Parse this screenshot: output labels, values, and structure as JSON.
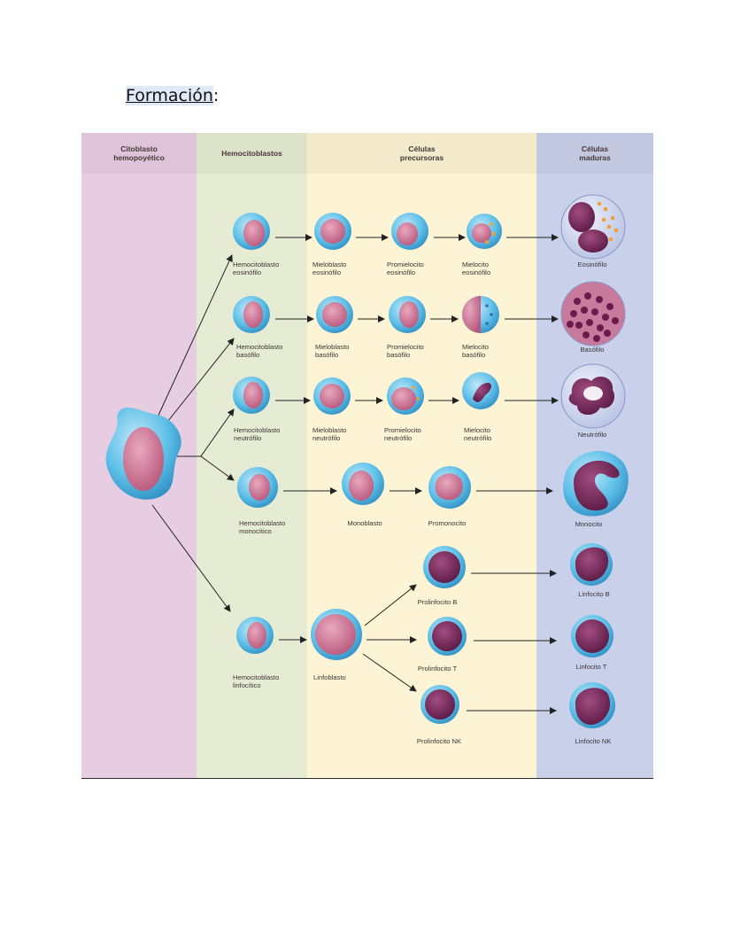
{
  "page": {
    "heading": "Formación",
    "heading_suffix": ":"
  },
  "columns": {
    "stem": "Citoblasto\nhemopoyético",
    "hemo": "Hemocitoblastos",
    "precursor": "Células\nprecursoras",
    "mature": "Células\nmaduras"
  },
  "colors": {
    "stem": "#e6cde1",
    "hemo": "#e6ecd4",
    "precursor": "#fcf4d4",
    "mature": "#c9d1ea",
    "cytoplasm_blue": "#5bbde6",
    "nucleus_pink": "#c9708f",
    "nucleus_purple": "#7a2b5c"
  },
  "rows": {
    "eosinophil": {
      "hemo": "Hemocitoblasto\neosinófilo",
      "p1": "Mieloblasto\neosinófilo",
      "p2": "Promielocito\neosinófilo",
      "p3": "Mielocito\neosinófilo",
      "mature": "Eosinófilo"
    },
    "basophil": {
      "hemo": "Hemocitoblasto\nbasófilo",
      "p1": "Mieloblasto\nbasófilo",
      "p2": "Promielocito\nbasófilo",
      "p3": "Mielocito\nbasófilo",
      "mature": "Basófilo"
    },
    "neutrophil": {
      "hemo": "Hemocitoblasto\nneutrófilo",
      "p1": "Mieloblasto\nneutrófilo",
      "p2": "Promielocito\nneutrófilo",
      "p3": "Mielocito\nneutrófilo",
      "mature": "Neutrófilo"
    },
    "monocyte": {
      "hemo": "Hemocitoblasto\nmonocítico",
      "p1": "Monoblasto",
      "p2": "Promonocito",
      "mature": "Monocito"
    },
    "lymphoid": {
      "hemo": "Hemocitoblasto\nlinfocítico",
      "p1": "Linfoblasto",
      "pro_b": "Prolinfocito B",
      "pro_t": "Prolinfocito T",
      "pro_nk": "Prolinfocito NK",
      "lymph_b": "Linfocito B",
      "lymph_t": "Linfocito T",
      "lymph_nk": "Linfocito NK"
    }
  }
}
